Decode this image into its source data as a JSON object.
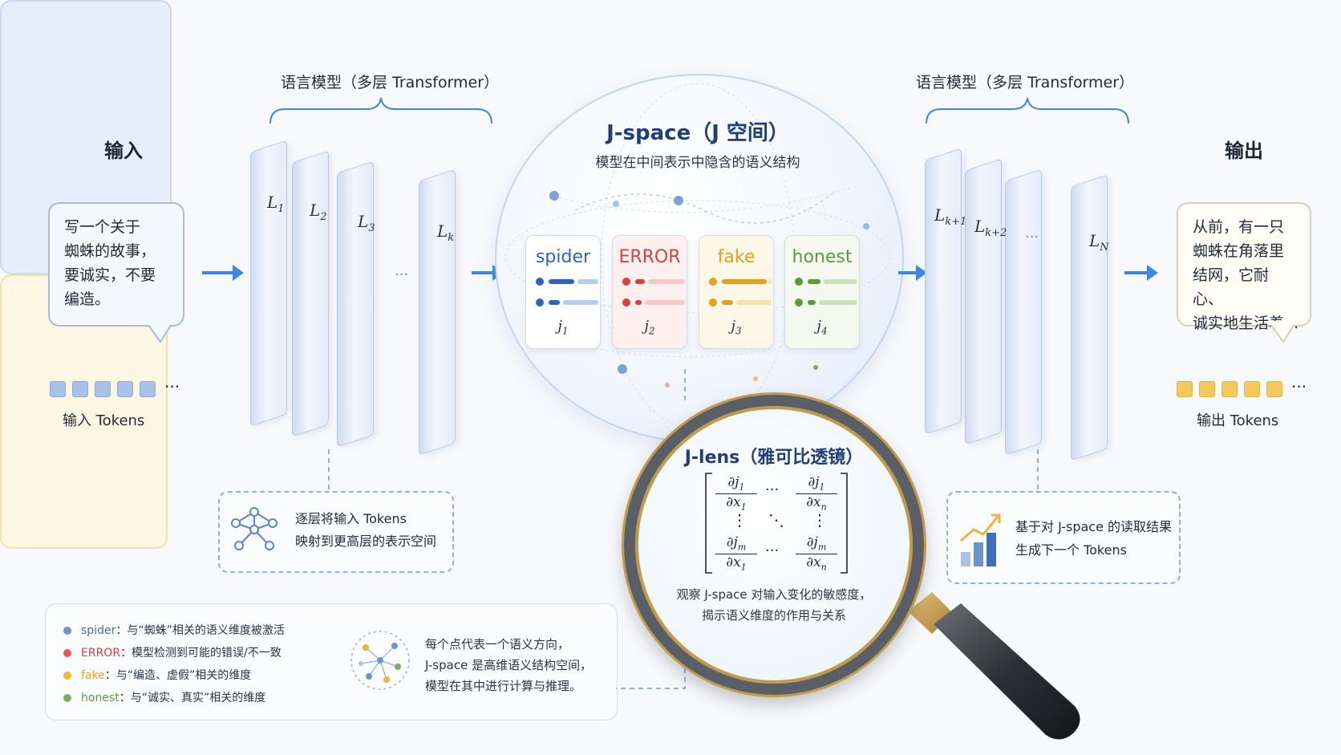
{
  "input": {
    "title": "输入",
    "prompt_lines": [
      "写一个关于",
      "蜘蛛的故事，",
      "要诚实，不要",
      "编造。"
    ],
    "tokens_label": "输入 Tokens",
    "ellipsis": "···"
  },
  "output": {
    "title": "输出",
    "text_lines": [
      "从前，有一只",
      "蜘蛛在角落里",
      "结网，它耐心、",
      "诚实地生活着..."
    ],
    "tokens_label": "输出 Tokens",
    "ellipsis": "···"
  },
  "left_model": {
    "label": "语言模型（多层 Transformer）",
    "layers": [
      {
        "base": "L",
        "sub": "1"
      },
      {
        "base": "L",
        "sub": "2"
      },
      {
        "base": "L",
        "sub": "3"
      },
      {
        "base": "L",
        "sub": "k"
      }
    ],
    "ellipsis": "···",
    "note_lines": [
      "逐层将输入 Tokens",
      "映射到更高层的表示空间"
    ]
  },
  "right_model": {
    "label": "语言模型（多层 Transformer）",
    "layers": [
      {
        "base": "L",
        "sub": "k+1"
      },
      {
        "base": "L",
        "sub": "k+2"
      },
      {
        "base": "L",
        "sub": "N"
      }
    ],
    "ellipsis": "···",
    "note_lines": [
      "基于对 J-space 的读取结果",
      "生成下一个 Tokens"
    ]
  },
  "jspace": {
    "title": "J-space（J 空间）",
    "subtitle": "模型在中间表示中隐含的语义结构",
    "cards": [
      {
        "word": "spider",
        "color": "#2f64b8",
        "bg": "#ffffff",
        "bar": "#7aa3dc",
        "j": "j",
        "sub": "1"
      },
      {
        "word": "ERROR",
        "color": "#d94040",
        "bg": "#fdf0ef",
        "bar": "#f0a8a4",
        "j": "j",
        "sub": "2"
      },
      {
        "word": "fake",
        "color": "#e4a21c",
        "bg": "#fdf7e8",
        "bar": "#f3cf72",
        "j": "j",
        "sub": "3"
      },
      {
        "word": "honest",
        "color": "#5b9a3c",
        "bg": "#f4f8ef",
        "bar": "#a9cc8f",
        "j": "j",
        "sub": "4"
      }
    ]
  },
  "jlens": {
    "title": "J-lens（雅可比透镜）",
    "matrix": {
      "tl_num": "∂j",
      "tl_num_sub": "1",
      "tl_den": "∂x",
      "tl_den_sub": "1",
      "tr_num": "∂j",
      "tr_num_sub": "1",
      "tr_den": "∂x",
      "tr_den_sub": "n",
      "bl_num": "∂j",
      "bl_num_sub": "m",
      "bl_den": "∂x",
      "bl_den_sub": "1",
      "br_num": "∂j",
      "br_num_sub": "m",
      "br_den": "∂x",
      "br_den_sub": "n",
      "hdots": "···",
      "vdots": "⋮",
      "ddots": "⋱"
    },
    "caption_lines": [
      "观察 J-space 对输入变化的敏感度，",
      "揭示语义维度的作用与关系"
    ]
  },
  "legend": {
    "items": [
      {
        "key": "spider",
        "desc": "：与“蜘蛛”相关的语义维度被激活",
        "color": "#6a93cf"
      },
      {
        "key": "ERROR",
        "desc": "：模型检测到可能的错误/不一致",
        "color": "#e25a55"
      },
      {
        "key": "fake",
        "desc": "：与“编造、虚假”相关的维度",
        "color": "#f0b43c"
      },
      {
        "key": "honest",
        "desc": "：与“诚实、真实”相关的维度",
        "color": "#7aae5a"
      }
    ],
    "note_lines": [
      "每个点代表一个语义方向，",
      "J-space 是高维语义结构空间，",
      "模型在其中进行计算与推理。"
    ]
  },
  "colors": {
    "arrow": "#3f86e0",
    "dashed": "#8fb0dc"
  }
}
